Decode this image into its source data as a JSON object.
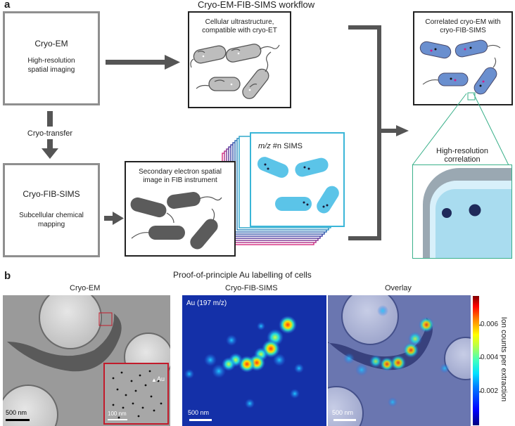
{
  "panel_a": {
    "letter": "a",
    "title": "Cryo-EM-FIB-SIMS workflow",
    "cryo_em_box": {
      "title": "Cryo-EM",
      "subtitle_1": "High-resolution",
      "subtitle_2": "spatial imaging"
    },
    "transfer_label": "Cryo-transfer",
    "cryo_fib_box": {
      "title": "Cryo-FIB-SIMS",
      "subtitle_1": "Subcellular chemical",
      "subtitle_2": "mapping"
    },
    "ultrastructure_box": {
      "line_1": "Cellular ultrastructure,",
      "line_2": "compatible with cryo-ET"
    },
    "secondary_box": {
      "line_1": "Secondary electron spatial",
      "line_2": "image in FIB instrument"
    },
    "sims_box": {
      "label_italic": "m/z",
      "label_rest": " #n SIMS"
    },
    "correlated_box": {
      "line_1": "Correlated cryo-EM with",
      "line_2": "cryo-FIB-SIMS"
    },
    "zoom_box": {
      "line_1": "High-resolution",
      "line_2": "correlation"
    },
    "colors": {
      "cell_gray": "#bdbdbd",
      "cell_dark": "#5b5b5b",
      "cell_cyan": "#5bc4e8",
      "cell_blue": "#6a8fcf",
      "zoom_green": "#3ab08a",
      "arrow": "#555555"
    }
  },
  "panel_b": {
    "letter": "b",
    "title": "Proof-of-principle Au labelling of cells",
    "cryo_em": {
      "title": "Cryo-EM",
      "scalebar": "500 nm",
      "inset_scalebar": "100 nm",
      "inset_marker": "Au"
    },
    "fib_sims": {
      "title": "Cryo-FIB-SIMS",
      "channel": "Au (197 m/z)",
      "scalebar": "500 nm"
    },
    "overlay": {
      "title": "Overlay",
      "scalebar": "500 nm"
    },
    "colorbar": {
      "label": "Ion counts per extraction",
      "ticks": [
        "0.006",
        "0.004",
        "0.002"
      ]
    }
  }
}
